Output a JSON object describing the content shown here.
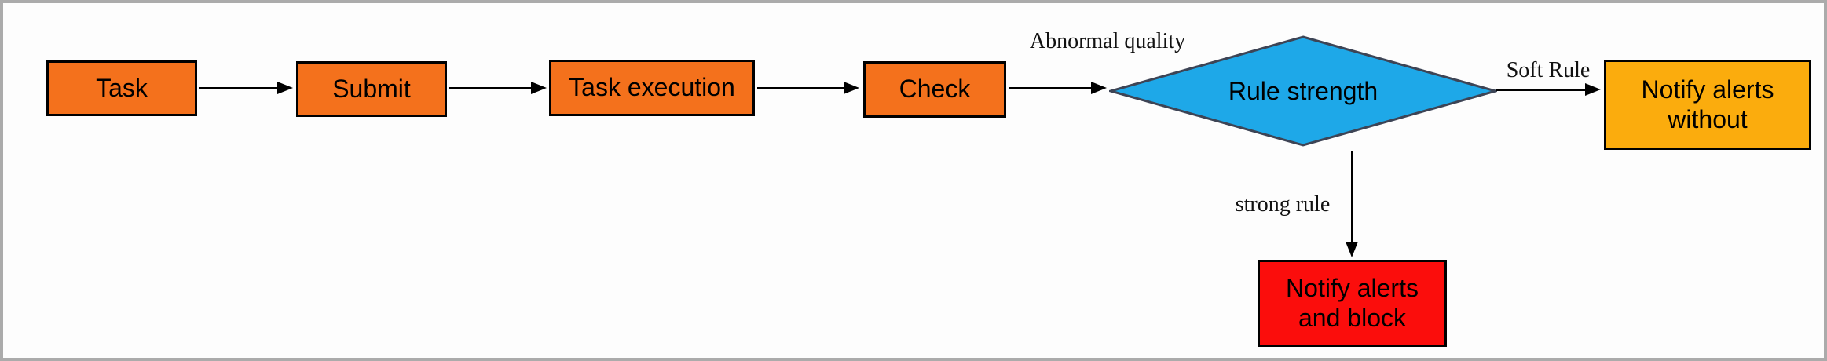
{
  "diagram": {
    "nodes": {
      "task": {
        "label": "Task",
        "color": "#F4711C"
      },
      "submit": {
        "label": "Submit",
        "color": "#F4711C"
      },
      "task_execution": {
        "label": "Task execution",
        "color": "#F4711C"
      },
      "check": {
        "label": "Check",
        "color": "#F4711C"
      },
      "rule_strength": {
        "label": "Rule strength",
        "color": "#1EA8E8",
        "stroke": "#3D4455"
      },
      "notify_alerts_without": {
        "label": "Notify alerts without",
        "color": "#FBAC0D"
      },
      "notify_alerts_and_block": {
        "label": "Notify alerts and block",
        "color": "#FB0D0C"
      }
    },
    "edge_labels": {
      "abnormal_quality": "Abnormal quality",
      "soft_rule": "Soft Rule",
      "strong_rule": "strong rule"
    }
  }
}
